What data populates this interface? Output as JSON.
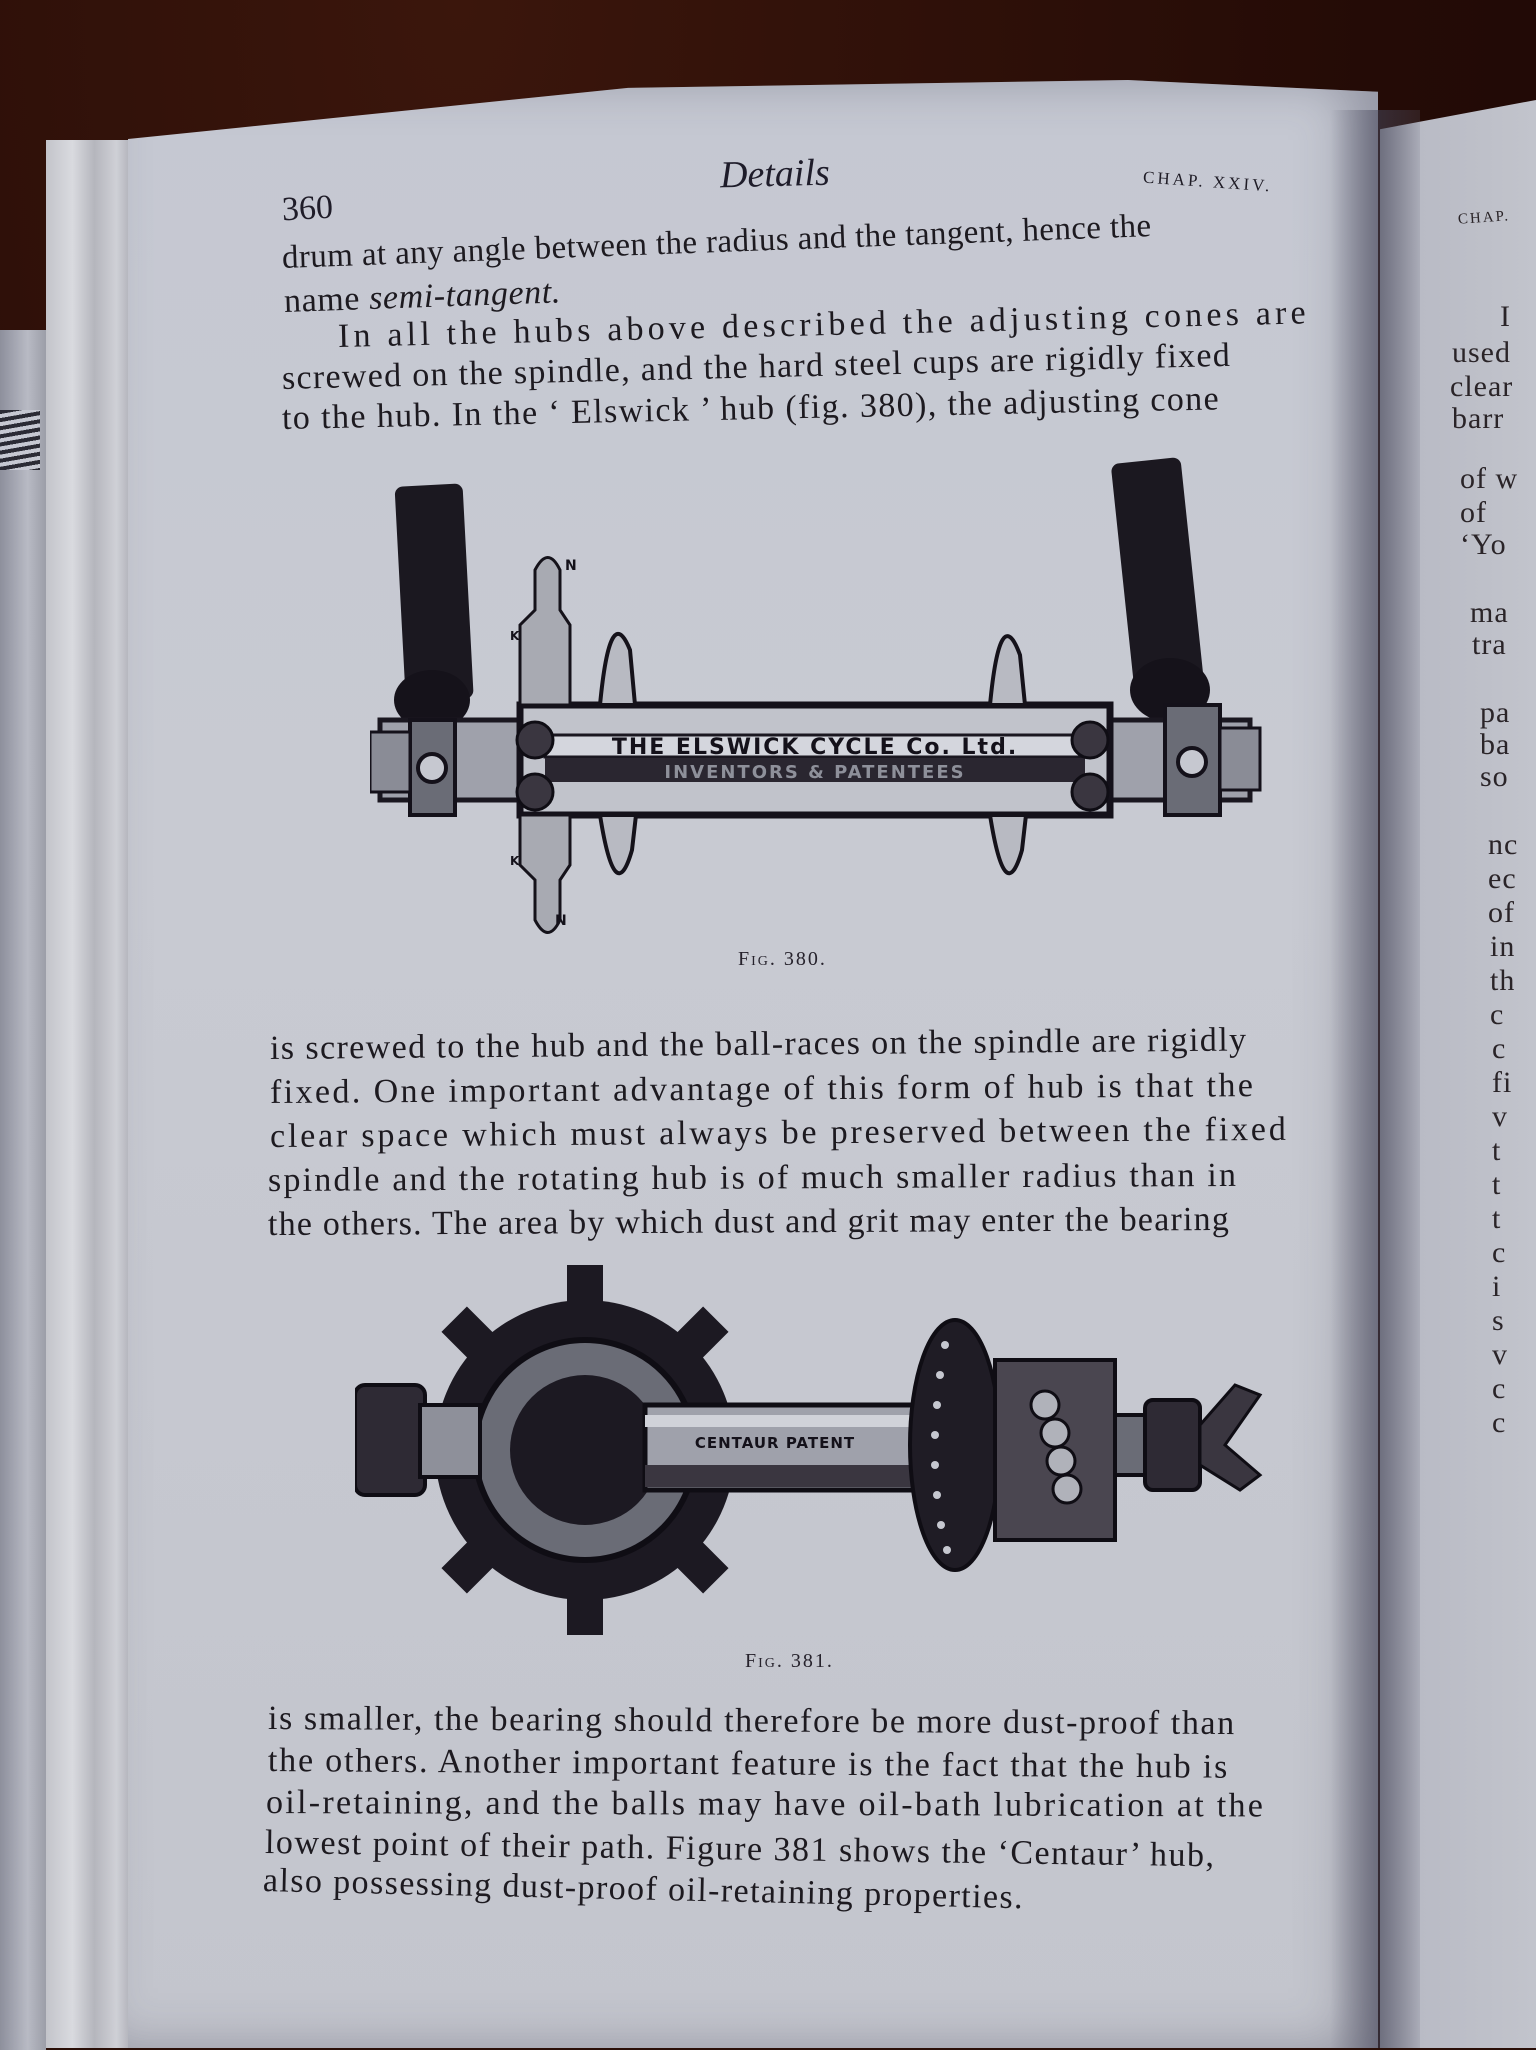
{
  "page": {
    "page_number": "360",
    "running_head": "Details",
    "chapter_ref": "CHAP. XXIV."
  },
  "paragraphs": {
    "p1_lines": [
      "drum at any angle between the radius and the tangent, hence the",
      "name ",
      "semi-tangent."
    ],
    "p2_lines": [
      "In all the hubs above described the adjusting cones are",
      "screwed on the spindle, and the hard steel cups are rigidly fixed",
      "to the hub.  In the ‘ Elswick ’ hub (fig. 380), the adjusting cone"
    ],
    "p3_lines": [
      "is screwed to the hub and the ball-races on the spindle are rigidly",
      "fixed.  One important advantage of this form of hub is that the",
      "clear space which must always be preserved between the fixed",
      "spindle and the rotating hub is of much smaller radius than in",
      "the others.  The area by which dust and grit may enter the bearing"
    ],
    "p4_lines": [
      "is smaller, the bearing should therefore be more dust-proof than",
      "the others.  Another important feature is the fact that the hub is",
      "oil-retaining, and the balls may have oil-bath lubrication at the",
      "lowest point of their path.  Figure 381 shows the ‘Centaur’ hub,",
      "also possessing dust-proof oil-retaining properties."
    ]
  },
  "figures": [
    {
      "caption": "Fig. 380.",
      "hub_inscription_line1": "THE ELSWICK CYCLE Co. Ltd.",
      "hub_inscription_line2": "INVENTORS & PATENTEES",
      "part_labels": [
        "N",
        "K",
        "K",
        "N"
      ]
    },
    {
      "caption": "Fig. 381.",
      "hub_inscription": "CENTAUR PATENT"
    }
  ],
  "facing_page": {
    "chapter_ref": "CHAP.",
    "line_fragments": [
      "I",
      "used",
      "clear",
      "barr",
      "of w",
      "of",
      "‘Yo",
      "ma",
      "tra",
      "pa",
      "ba",
      "so",
      "nc",
      "ec",
      "of",
      "in",
      "th",
      "c",
      "c",
      "fi",
      "v",
      "t",
      "t",
      "t",
      "c",
      "i",
      "s",
      "v",
      "c",
      "c"
    ]
  },
  "colors": {
    "paper": "#c6c8d0",
    "ink": "#1d1a22",
    "table": "#2a0f08"
  }
}
